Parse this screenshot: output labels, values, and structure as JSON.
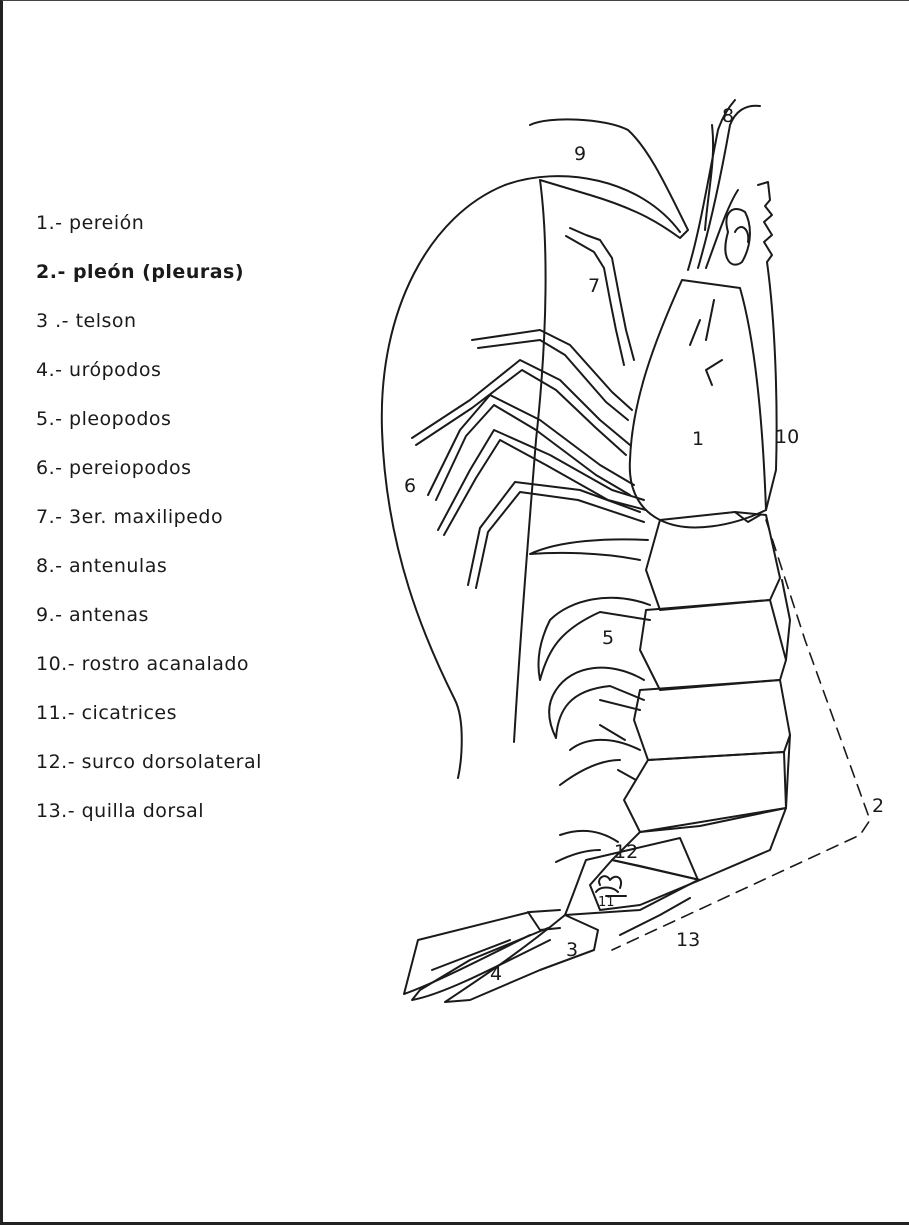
{
  "legend": [
    {
      "label": "1.- pereión"
    },
    {
      "label": "2.- pleón (pleuras)"
    },
    {
      "label": "3 .- telson"
    },
    {
      "label": "4.- urópodos"
    },
    {
      "label": "5.- pleopodos"
    },
    {
      "label": "6.- pereiopodos"
    },
    {
      "label": "7.- 3er. maxilipedo"
    },
    {
      "label": "8.- antenulas"
    },
    {
      "label": "9.- antenas"
    },
    {
      "label": "10.- rostro acanalado"
    },
    {
      "label": "11.- cicatrices"
    },
    {
      "label": "12.- surco dorsolateral"
    },
    {
      "label": "13.- quilla dorsal"
    }
  ],
  "callouts": {
    "n1": "1",
    "n2": "2",
    "n3": "3",
    "n4": "4",
    "n5": "5",
    "n6": "6",
    "n7": "7",
    "n8": "8",
    "n9": "9",
    "n10": "10",
    "n11": "11",
    "n12": "12",
    "n13": "13"
  }
}
